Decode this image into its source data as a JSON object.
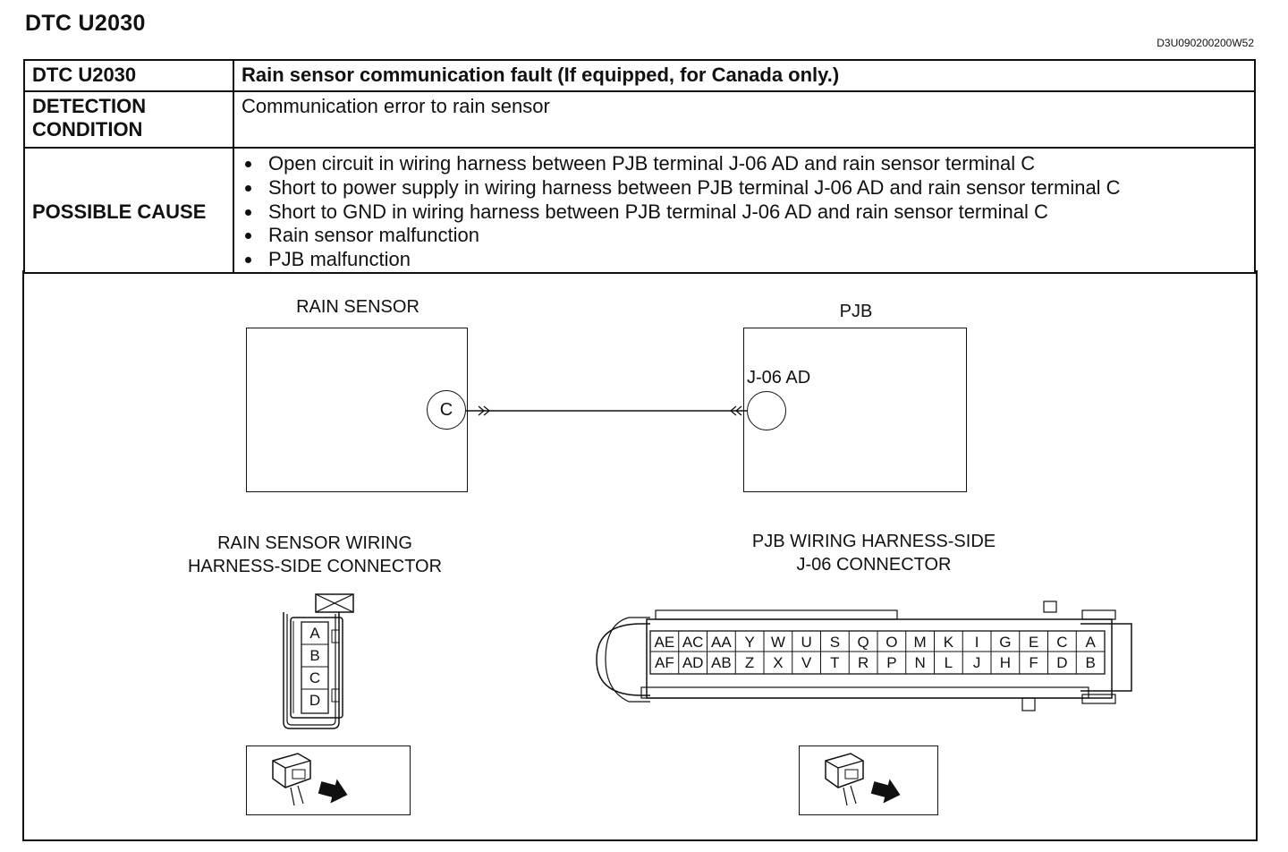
{
  "page": {
    "title": "DTC U2030",
    "doc_code": "D3U090200200W52"
  },
  "table": {
    "dtc_label": "DTC U2030",
    "dtc_value": "Rain sensor communication fault (If equipped, for Canada only.)",
    "detection_label": "DETECTION CONDITION",
    "detection_value": "Communication error to rain sensor",
    "cause_label": "POSSIBLE CAUSE",
    "causes": [
      "Open circuit in wiring harness between PJB terminal J-06 AD and rain sensor terminal C",
      "Short to power supply in wiring harness between PJB terminal J-06 AD and rain sensor terminal C",
      "Short to GND in wiring harness between PJB terminal J-06 AD and rain sensor terminal C",
      "Rain sensor malfunction",
      "PJB malfunction"
    ]
  },
  "diagram": {
    "rain_sensor_title": "RAIN SENSOR",
    "rain_sensor_terminal": "C",
    "pjb_title": "PJB",
    "pjb_terminal": "J-06 AD",
    "rain_connector_title_1": "RAIN SENSOR WIRING",
    "rain_connector_title_2": "HARNESS-SIDE CONNECTOR",
    "rain_connector_pins": [
      "A",
      "B",
      "C",
      "D"
    ],
    "pjb_connector_title_1": "PJB WIRING HARNESS-SIDE",
    "pjb_connector_title_2": "J-06 CONNECTOR",
    "pjb_pins_top": [
      "AE",
      "AC",
      "AA",
      "Y",
      "W",
      "U",
      "S",
      "Q",
      "O",
      "M",
      "K",
      "I",
      "G",
      "E",
      "C",
      "A"
    ],
    "pjb_pins_bottom": [
      "AF",
      "AD",
      "AB",
      "Z",
      "X",
      "V",
      "T",
      "R",
      "P",
      "N",
      "L",
      "J",
      "H",
      "F",
      "D",
      "B"
    ]
  },
  "icons": [
    "connector-view-arrow-icon"
  ]
}
